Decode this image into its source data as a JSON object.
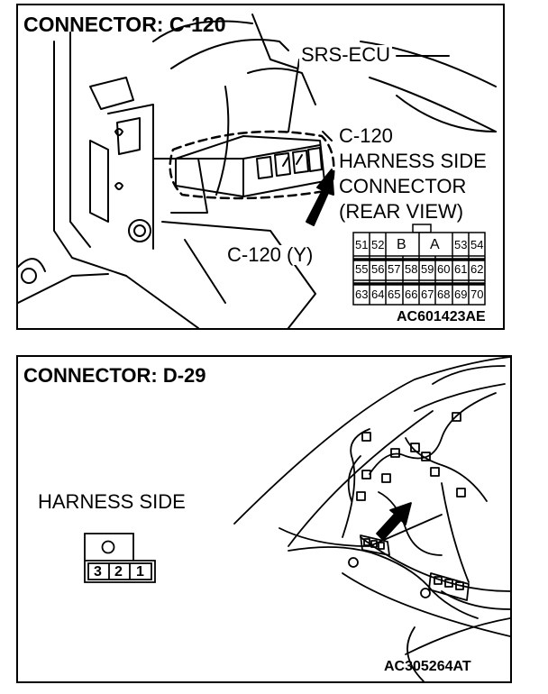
{
  "top_panel": {
    "title": "CONNECTOR: C-120",
    "ecu_label": "SRS-ECU",
    "harness_label": [
      "C-120",
      "HARNESS SIDE",
      "CONNECTOR",
      "(REAR VIEW)"
    ],
    "connector_color_label": "C-120 (Y)",
    "code": "AC601423AE",
    "pins": {
      "row1_left": [
        "51",
        "52"
      ],
      "row1_keys": [
        "B",
        "A"
      ],
      "row1_right": [
        "53",
        "54"
      ],
      "row2": [
        "55",
        "56",
        "57",
        "58",
        "59",
        "60",
        "61",
        "62"
      ],
      "row3": [
        "63",
        "64",
        "65",
        "66",
        "67",
        "68",
        "69",
        "70"
      ]
    }
  },
  "bottom_panel": {
    "title": "CONNECTOR: D-29",
    "harness_label": "HARNESS SIDE",
    "code": "AC305264AT",
    "pins": [
      "3",
      "2",
      "1"
    ]
  }
}
